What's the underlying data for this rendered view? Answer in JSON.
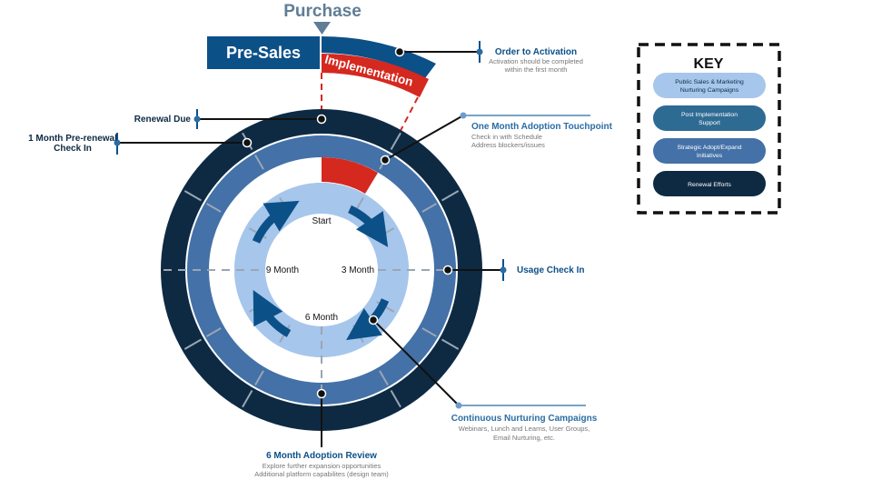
{
  "colors": {
    "navy": "#0e2a43",
    "blue_dark": "#0c5088",
    "blue_mid": "#4471a7",
    "blue_light": "#a7c6ec",
    "red": "#d5281f",
    "title_gray": "#607d96",
    "label_blue": "#2b6ca3",
    "gray_text": "#777777"
  },
  "header": {
    "purchase": "Purchase",
    "presales": "Pre-Sales",
    "implementation": "Implementation"
  },
  "cycle": {
    "start": "Start",
    "month3": "3 Month",
    "month6": "6 Month",
    "month9": "9 Month"
  },
  "callouts": {
    "order_title": "Order to Activation",
    "order_sub1": "Activation should be completed",
    "order_sub2": "within the first month",
    "adoption_title": "One Month Adoption Touchpoint",
    "adoption_sub1": "Check in with Schedule",
    "adoption_sub2": "Address blockers/issues",
    "renewal_due": "Renewal Due",
    "prerenewal_1": "1 Month Pre-renewal",
    "prerenewal_2": "Check In",
    "usage": "Usage Check In",
    "nurturing_title": "Continuous Nurturing Campaigns",
    "nurturing_sub1": "Webinars, Lunch and Learns, User Groups,",
    "nurturing_sub2": "Email Nurturing, etc.",
    "review_title": "6 Month Adoption Review",
    "review_sub1": "Explore further expansion opportunities",
    "review_sub2": "Additional platform capabilites (design team)"
  },
  "key": {
    "title": "KEY",
    "items": [
      {
        "line1": "Public Sales & Marketing",
        "line2": "Nurturing Campaigns"
      },
      {
        "line1": "Post Implementation",
        "line2": "Support"
      },
      {
        "line1": "Strategic Adopt/Expand",
        "line2": "Initiatives"
      },
      {
        "line1": "Renewal Efforts",
        "line2": ""
      }
    ]
  }
}
